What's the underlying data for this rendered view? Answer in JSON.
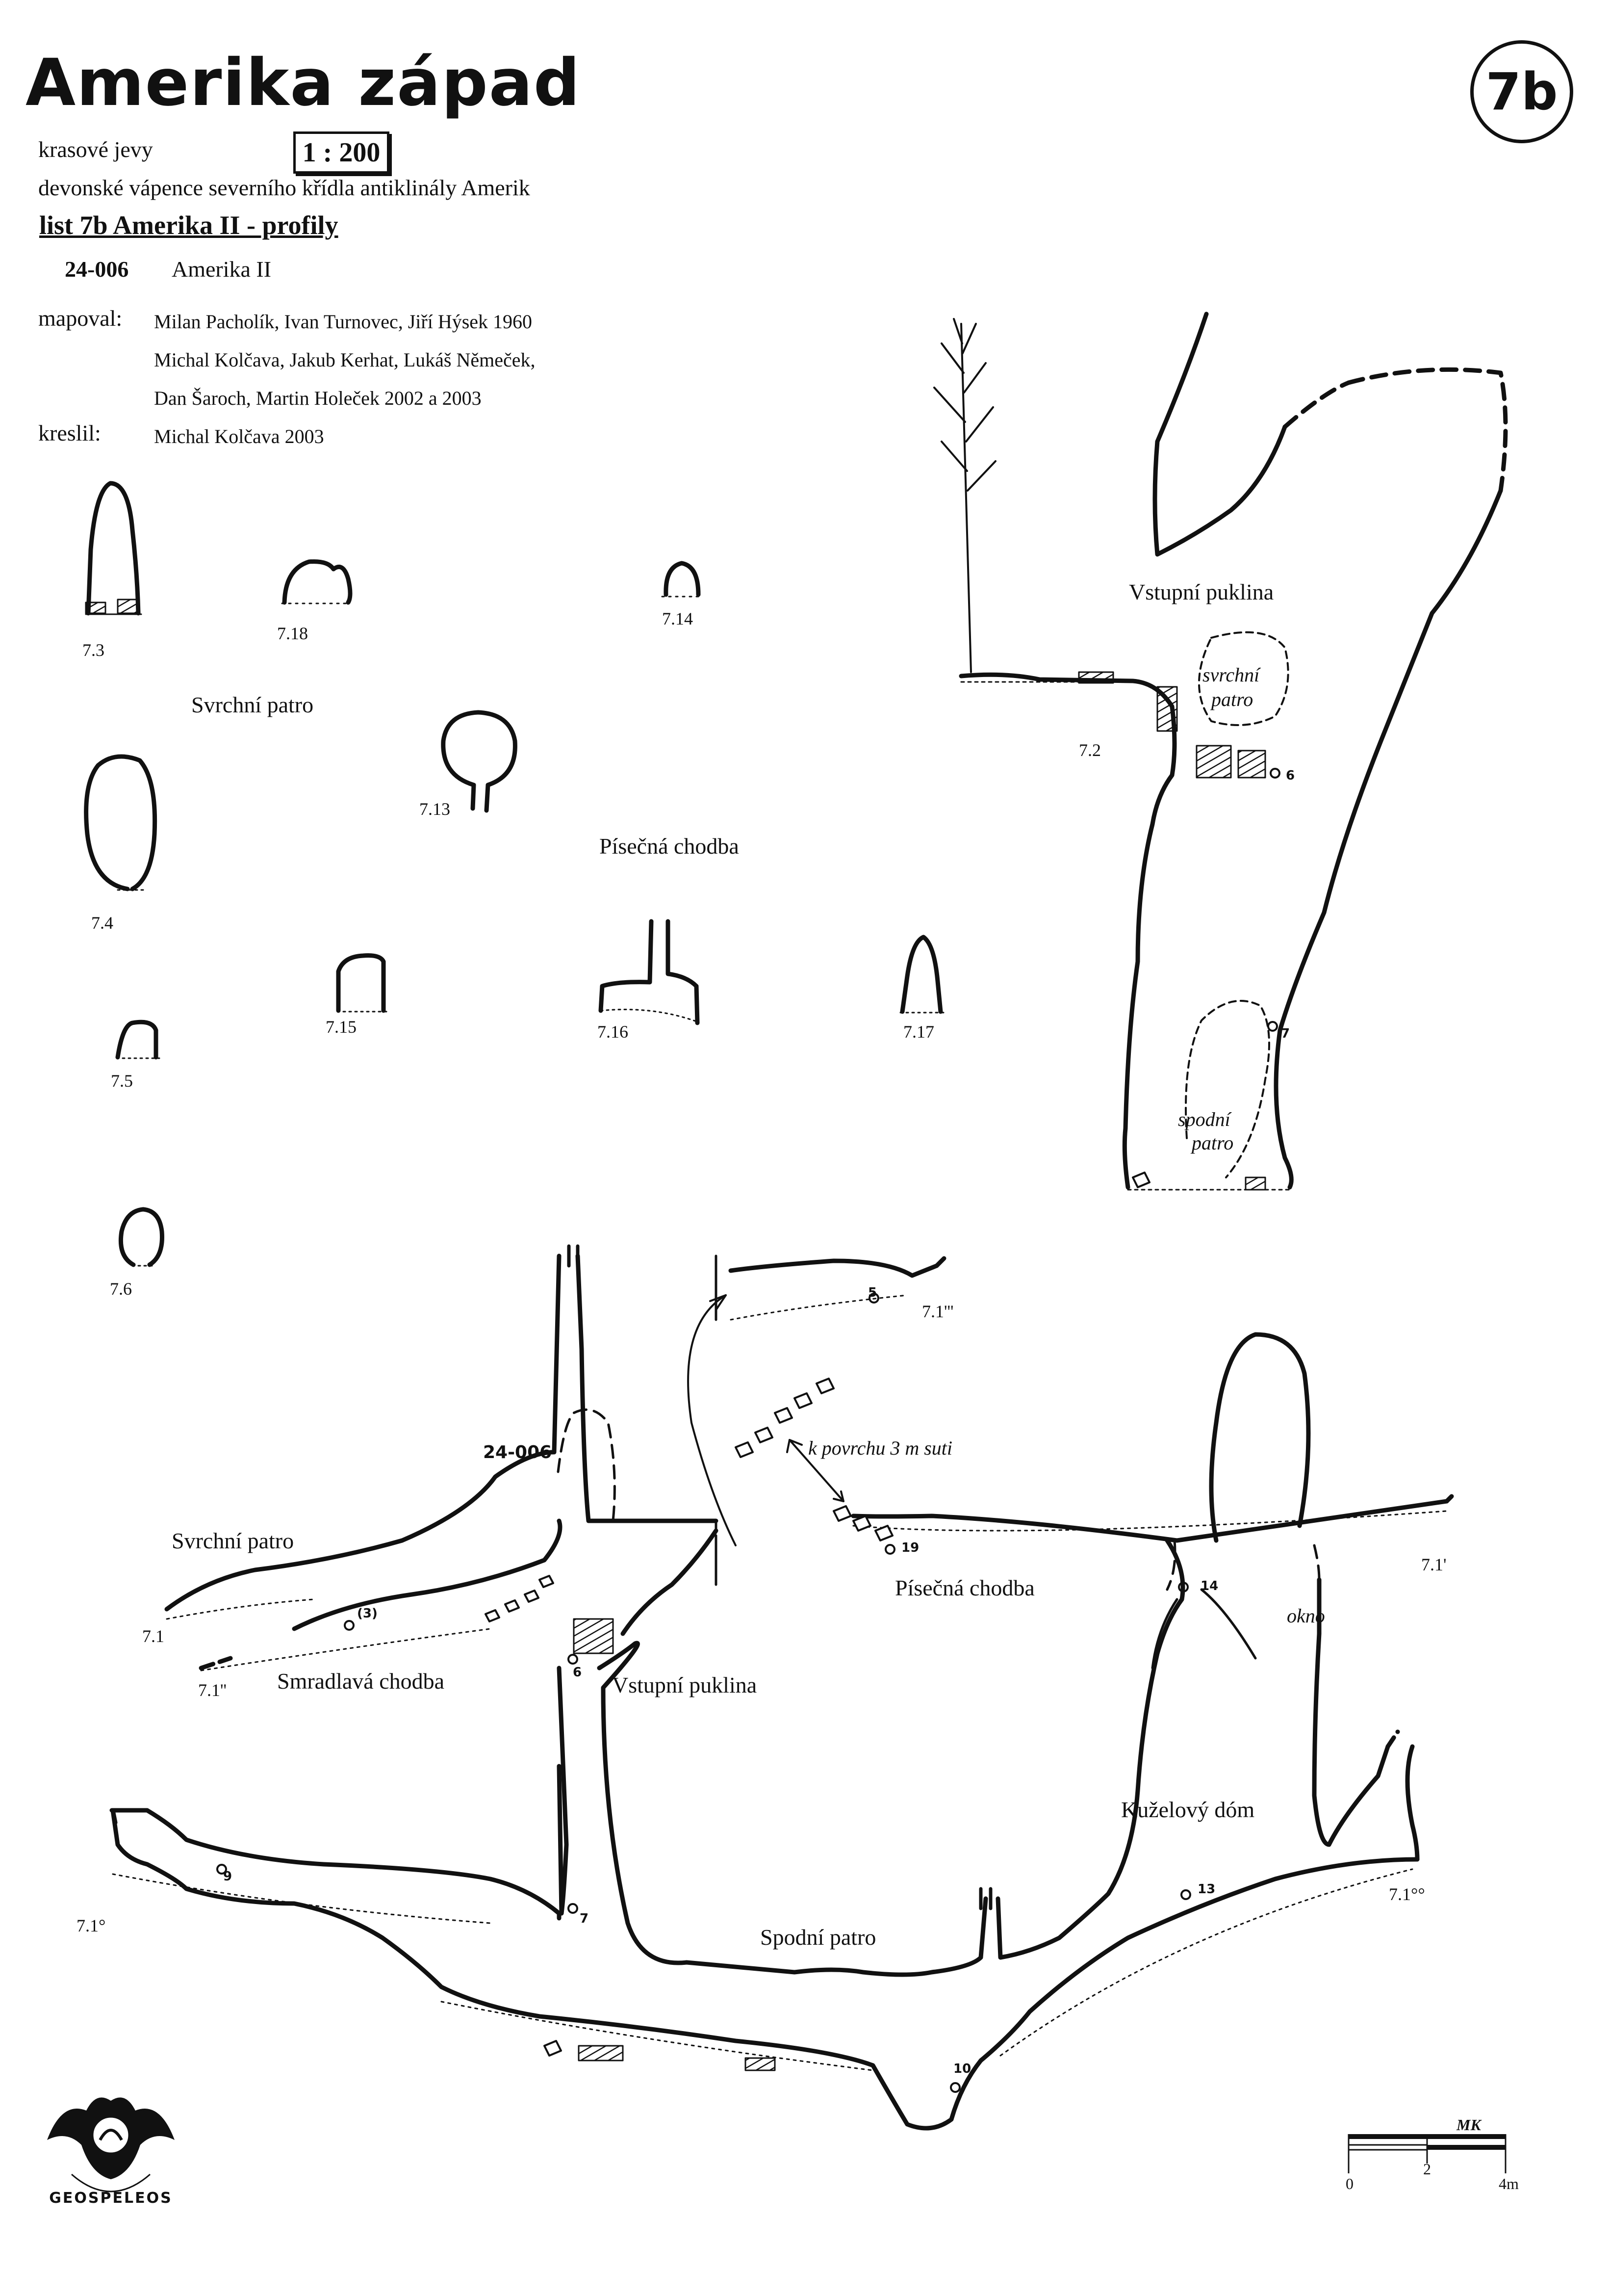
{
  "header": {
    "title": "Amerika západ",
    "sheet_badge": "7b",
    "phenomena": "krasové jevy",
    "scale": "1 : 200",
    "geology": "devonské vápence severního křídla antiklinály Amerik",
    "sheet": "list 7b  Amerika II - profily",
    "cave_id": "24-006",
    "cave_name": "Amerika II"
  },
  "credits": {
    "surveyed_label": "mapoval:",
    "surveyed_lines": [
      "Milan Pacholík, Ivan Turnovec, Jiří Hýsek 1960",
      "Michal Kolčava, Jakub Kerhat, Lukáš Němeček,",
      "Dan Šaroch, Martin Holeček 2002 a 2003"
    ],
    "drawn_label": "kreslil:",
    "drawn_by": "Michal Kolčava 2003"
  },
  "profiles": {
    "p73": "7.3",
    "p74": "7.4",
    "p75": "7.5",
    "p76": "7.6",
    "p713": "7.13",
    "p714": "7.14",
    "p715": "7.15",
    "p716": "7.16",
    "p717": "7.17",
    "p718": "7.18",
    "p72": "7.2"
  },
  "upper_labels": {
    "svrchni_patro": "Svrchní patro",
    "pisecna_chodba": "Písečná chodba",
    "vstupni_puklina": "Vstupní puklina",
    "svrchni_patro_it": [
      "svrchní",
      "patro"
    ],
    "spodni_patro_it": [
      "spodní",
      "patro"
    ]
  },
  "long_section": {
    "entrance_id": "24-006",
    "svrchni_patro": "Svrchní patro",
    "smradlava_chodba": "Smradlavá chodba",
    "vstupni_puklina": "Vstupní puklina",
    "pisecna_chodba": "Písečná chodba",
    "okno": "okno",
    "kuzelovy_dom": "Kuželový dóm",
    "spodni_patro": "Spodní patro",
    "to_surface": "k povrchu 3 m suti",
    "refs": {
      "r71": "7.1",
      "r71b": "7.1''",
      "r71c": "7.1'",
      "r71d": "7.1'''",
      "r71e": "7.1°",
      "r71f": "7.1°°"
    },
    "stations": {
      "s3": "(3)",
      "s5": "5",
      "s6": "6",
      "s7": "7",
      "s9": "9",
      "s10": "10",
      "s13": "13",
      "s14": "14",
      "s19": "19"
    },
    "upper_stations": {
      "s6": "6",
      "s7": "7"
    }
  },
  "scalebar": {
    "ticks": [
      "0",
      "2",
      "4m"
    ],
    "initials": "MK"
  },
  "logo": {
    "text": "GEOSPELEOS"
  }
}
